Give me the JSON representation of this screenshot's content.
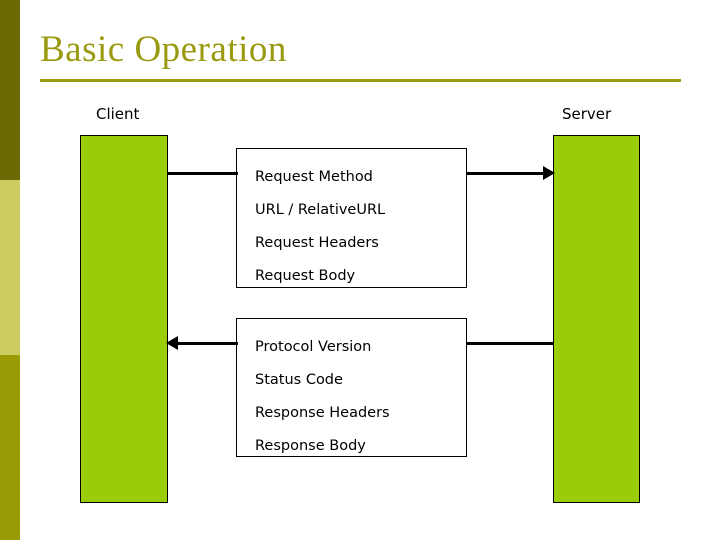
{
  "slide": {
    "title": "Basic Operation",
    "background_color": "#ffffff"
  },
  "theme": {
    "title_color": "#9a9a11",
    "title_rule_color": "#9a9a11",
    "sidebar_top_color": "#6b6b06",
    "sidebar_middle_color": "#cbcd60",
    "sidebar_bottom_color": "#9a9a05",
    "lifeline_fill": "#9acd08",
    "line_color": "#000000",
    "text_color": "#000000"
  },
  "diagram": {
    "type": "sequence",
    "endpoints": [
      {
        "name": "client",
        "label": "Client"
      },
      {
        "name": "server",
        "label": "Server"
      }
    ],
    "messages": [
      {
        "name": "request",
        "direction": "client-to-server",
        "lines": [
          "Request Method",
          "URL / RelativeURL",
          "Request Headers",
          "Request Body"
        ]
      },
      {
        "name": "response",
        "direction": "server-to-client",
        "lines": [
          "Protocol Version",
          "Status Code",
          "Response Headers",
          "Response Body"
        ]
      }
    ]
  }
}
